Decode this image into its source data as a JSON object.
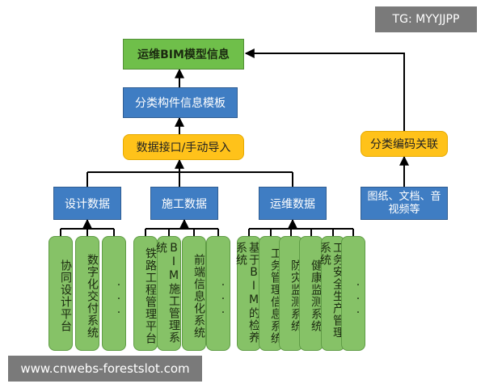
{
  "watermark_top": "TG: MYYJJPP",
  "watermark_bottom": "www.cnwebs-forestslot.com",
  "top_box": "运维BIM模型信息",
  "template_box": "分类构件信息模板",
  "interface_box": "数据接口/手动导入",
  "classification_box": "分类编码关联",
  "docs_box": "图纸、文档、音视频等",
  "groups": [
    {
      "label": "设计数据",
      "leaves": [
        "协同设计平台",
        "数字化交付系统",
        "..."
      ]
    },
    {
      "label": "施工数据",
      "leaves": [
        "铁路工程管理平台",
        "BIM施工管理系统",
        "前端信息化系统",
        "..."
      ]
    },
    {
      "label": "运维数据",
      "leaves": [
        "基于BIM的检养系统",
        "工务管理信息系统",
        "防灾监测系统",
        "健康监测系统",
        "工务安全生产管理系统",
        "..."
      ]
    }
  ],
  "colors": {
    "top_green": "#6fbf4a",
    "leaf_green": "#86c267",
    "blue": "#3f7dc3",
    "yellow": "#ffc21a",
    "line": "#000000"
  }
}
